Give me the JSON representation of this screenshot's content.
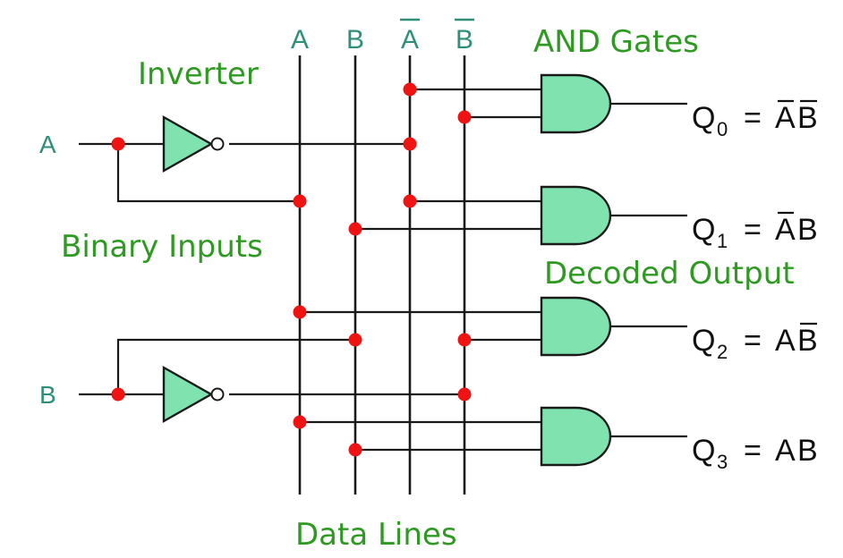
{
  "labels": {
    "and_gates": "AND Gates",
    "inverter": "Inverter",
    "binary_inputs": "Binary Inputs",
    "decoded_output": "Decoded Output",
    "data_lines": "Data Lines"
  },
  "inputs": {
    "a": "A",
    "b": "B"
  },
  "data_line_labels": {
    "a": "A",
    "b": "B",
    "a_bar": "A",
    "b_bar": "B"
  },
  "outputs": [
    {
      "q": "Q",
      "sub": "0",
      "eq": "=",
      "t1": "A",
      "t1_bar": true,
      "t2": "B",
      "t2_bar": true
    },
    {
      "q": "Q",
      "sub": "1",
      "eq": "=",
      "t1": "A",
      "t1_bar": true,
      "t2": "B",
      "t2_bar": false
    },
    {
      "q": "Q",
      "sub": "2",
      "eq": "=",
      "t1": "A",
      "t1_bar": false,
      "t2": "B",
      "t2_bar": true
    },
    {
      "q": "Q",
      "sub": "3",
      "eq": "=",
      "t1": "A",
      "t1_bar": false,
      "t2": "B",
      "t2_bar": false
    }
  ],
  "colors": {
    "label_green": "#2e9a22",
    "line_label_teal": "#2f8f78",
    "gate_fill": "#80e2ae",
    "node_red": "#ef1313",
    "wire": "#1a1a1a"
  }
}
